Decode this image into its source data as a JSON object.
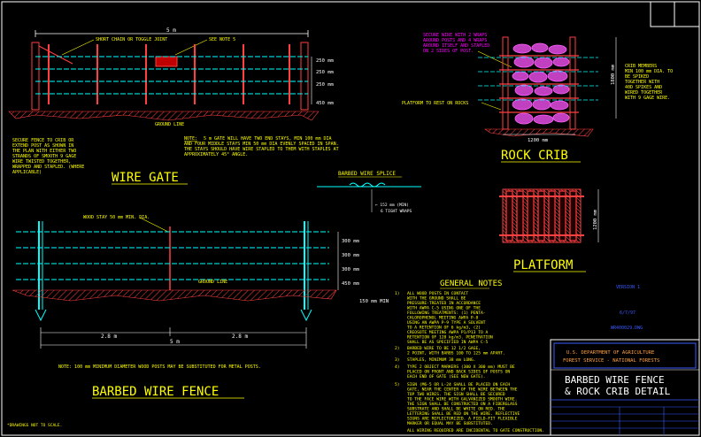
{
  "wire_gate": {
    "title": "WIRE GATE",
    "dim_width": "5 m",
    "callout_chain": "SHORT CHAIN OR TOGGLE JOINT",
    "callout_note": "SEE NOTE 5",
    "callout_ground": "GROUND LINE",
    "spacing": [
      "250 mm",
      "250 mm",
      "250 mm",
      "450 mm"
    ],
    "left_note": [
      "SECURE FENCE TO CRIB OR",
      "EXTEND POST AS SHOWN IN",
      "THE PLAN WITH EITHER TWO",
      "STRANDS OF SMOOTH 9 GAGE",
      "WIRE TWISTED TOGETHER,",
      "WRAPPED AND STAPLED. (WHERE",
      "APPLICABLE)"
    ],
    "note_label": "NOTE:",
    "note_lines": [
      "5 m GATE WILL HAVE TWO END STAYS, MIN 100 mm DIA",
      "AND FOUR MIDDLE STAYS MIN 50 mm DIA EVENLY SPACED IN SPAN.",
      "THE STAYS SHOULD HAVE WIRE STAPLED TO THEM WITH STAPLES AT",
      "APPROXIMATELY 45° ANGLE."
    ]
  },
  "rock_crib": {
    "title": "ROCK CRIB",
    "top_note": [
      "SECURE WIRE WITH 2 WRAPS",
      "AROUND POSTS AND 4 WRAPS",
      "AROUND ITSELF AND STAPLED",
      "ON 2 SIDES OF POST."
    ],
    "platform_note": "PLATFORM TO REST ON ROCKS",
    "height": "1800 mm",
    "width": "1200 mm",
    "right_note": [
      "CRIB MEMBERS",
      "MIN 100 mm DIA. TO",
      "BE SPIKED",
      "TOGETHER WITH",
      "40D SPIKES AND",
      "WIRED TOGETHER",
      "WITH 9 GAGE WIRE."
    ]
  },
  "splice": {
    "title": "BARBED WIRE SPLICE",
    "dim_min": "← 152 mm (MIN)",
    "wraps": "6 TIGHT WRAPS"
  },
  "platform": {
    "title": "PLATFORM",
    "height": "1200 mm"
  },
  "fence": {
    "title": "BARBED WIRE FENCE",
    "stay_label": "WOOD STAY 50 mm MIN. DIA.",
    "ground_label": "GROUND LINE",
    "spacing": [
      "300 mm",
      "300 mm",
      "300 mm",
      "450 mm"
    ],
    "depth": "150 mm MIN",
    "dim_left": "2.8 m",
    "dim_right": "2.8 m",
    "dim_total": "5 m",
    "note": "NOTE:  100 mm MINIMUM DIAMETER WOOD POSTS MAY BE SUBSTITUTED FOR METAL POSTS."
  },
  "general_notes": {
    "title": "GENERAL NOTES",
    "items": [
      {
        "num": "1)",
        "lines": [
          "ALL WOOD POSTS IN CONTACT",
          "WITH THE GROUND SHALL BE",
          "PRESSURE-TREATED IN ACCORDANCE",
          "WITH AWPA C-5 USING ONE OF THE",
          "FOLLOWING TREATMENTS: (1) PENTA-",
          "CHLOROPHENOL MEETING AWPA P-8",
          "USING AN AWPA P-9 TYPE A SOLVENT",
          "TO A RETENTION OF 6 kg/m3, (2)",
          "CREOSOTE MEETING AWPA P1/P13 TO A",
          "RETENTION OF 128 kg/m3.  PENETRATION",
          "SHALL BE AS SPECIFIED IN AWPA C-5"
        ]
      },
      {
        "num": "2)",
        "lines": [
          "BARBED WIRE TO BE 12 1/2 GAGE,",
          "2 POINT, WITH BARBS 100 TO 125 mm APART."
        ]
      },
      {
        "num": "3)",
        "lines": [
          "STAPLES, MINIMUM 38 mm LONG."
        ]
      },
      {
        "num": "4)",
        "lines": [
          "TYPE 2 OBJECT MARKERS (300 X 300 mm) MUST BE",
          "PLACED ON FRONT AND BACK SIDES OF POSTS ON",
          "EACH END OF GATE (SEE NEW GATE)."
        ]
      },
      {
        "num": "5)",
        "lines": [
          "SIGN (M6-5 OR L-24 SHALL BE PLACED ON EACH",
          "GATE, NEAR THE CENTER OF THE WIRE BETWEEN THE",
          "TOP TWO WIRES. THE SIGN SHALL BE SECURED",
          "TO THE FACE WIRE WITH GALVANIZED SMOOTH WIRE.",
          "THE SIGN SHALL BE CONSTRUCTED ON A FIBERGLASS",
          "SUBSTRATE AND SHALL BE WHITE ON RED. THE",
          "LETTERING SHALL BE RED ON THE WIRE. REFLECTIVE",
          "SIGNS ARE REFLECTORIZED. A FIELD-FIT FLEXIBLE",
          "MARKER OR EQUAL MAY BE SUBSTITUTED."
        ]
      }
    ],
    "footer": "ALL WIRING REQUIRED ARE INCIDENTAL TO GATE CONSTRUCTION."
  },
  "version": {
    "label": "VERSION 1",
    "date": "6/7/97",
    "file": "WR400029.DWG"
  },
  "title_block": {
    "agency_line1": "U.S. DEPARTMENT OF AGRICULTURE",
    "agency_line2": "FOREST SERVICE - NATIONAL FORESTS",
    "title_line1": "BARBED WIRE FENCE",
    "title_line2": "& ROCK CRIB DETAIL"
  },
  "footnote": "*DRAWINGS NOT TO SCALE."
}
